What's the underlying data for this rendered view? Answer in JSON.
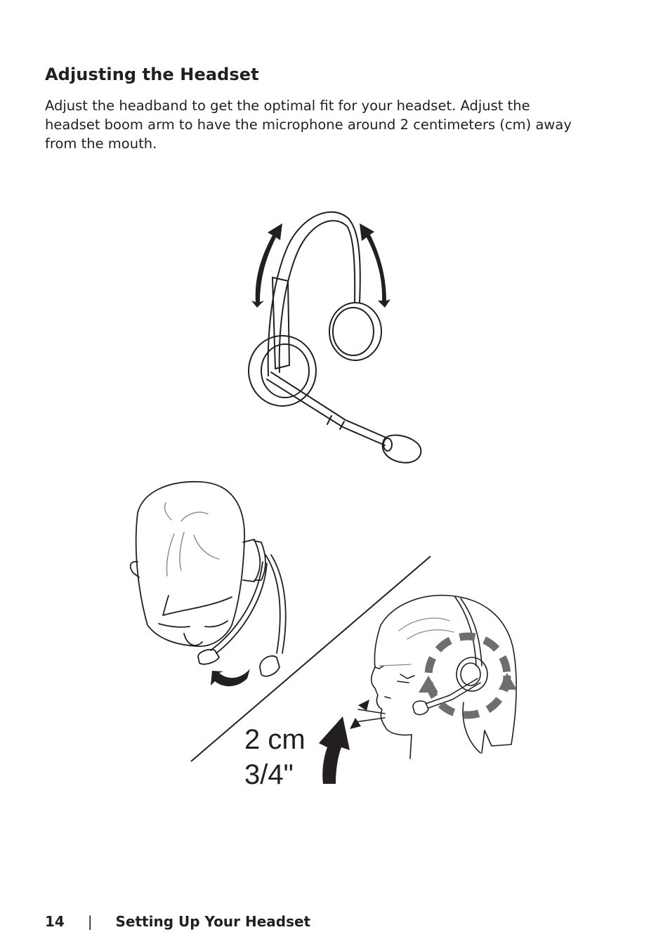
{
  "page": {
    "heading": "Adjusting the Headset",
    "body": "Adjust the headband to get the optimal fit for your headset. Adjust the headset boom arm to have the microphone around 2 centimeters (cm) away from the mouth."
  },
  "illustration": {
    "distance_metric": "2 cm",
    "distance_imperial": "3/4\""
  },
  "footer": {
    "page_number": "14",
    "separator": "|",
    "section_title": "Setting Up Your Headset"
  }
}
